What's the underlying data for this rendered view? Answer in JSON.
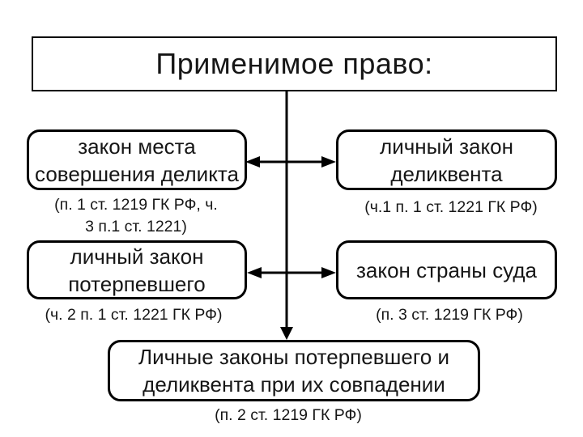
{
  "title": "Применимое право:",
  "colors": {
    "ink": "#000000",
    "background": "#ffffff"
  },
  "nodes": {
    "left1": {
      "label": "закон места\nсовершения деликта",
      "caption": "(п. 1 ст. 1219 ГК РФ, ч.\n3 п.1 ст. 1221)"
    },
    "right1": {
      "label": "личный закон\nделиквента",
      "caption": "(ч.1 п. 1 ст. 1221 ГК РФ)"
    },
    "left2": {
      "label": "личный закон\nпотерпевшего",
      "caption": "(ч. 2 п. 1 ст. 1221 ГК РФ)"
    },
    "right2": {
      "label": "закон страны суда",
      "caption": "(п. 3 ст. 1219 ГК РФ)"
    },
    "bottom": {
      "label": "Личные законы потерпевшего и\nделиквента при их совпадении",
      "caption": "(п. 2 ст. 1219 ГК РФ)"
    }
  },
  "connectors": [
    {
      "id": "trunk",
      "type": "arrow-down",
      "links": [
        "title",
        "bottom"
      ]
    },
    {
      "id": "row1",
      "type": "double-arrow",
      "links": [
        "left1",
        "right1"
      ]
    },
    {
      "id": "row2",
      "type": "double-arrow",
      "links": [
        "left2",
        "right2"
      ]
    }
  ]
}
